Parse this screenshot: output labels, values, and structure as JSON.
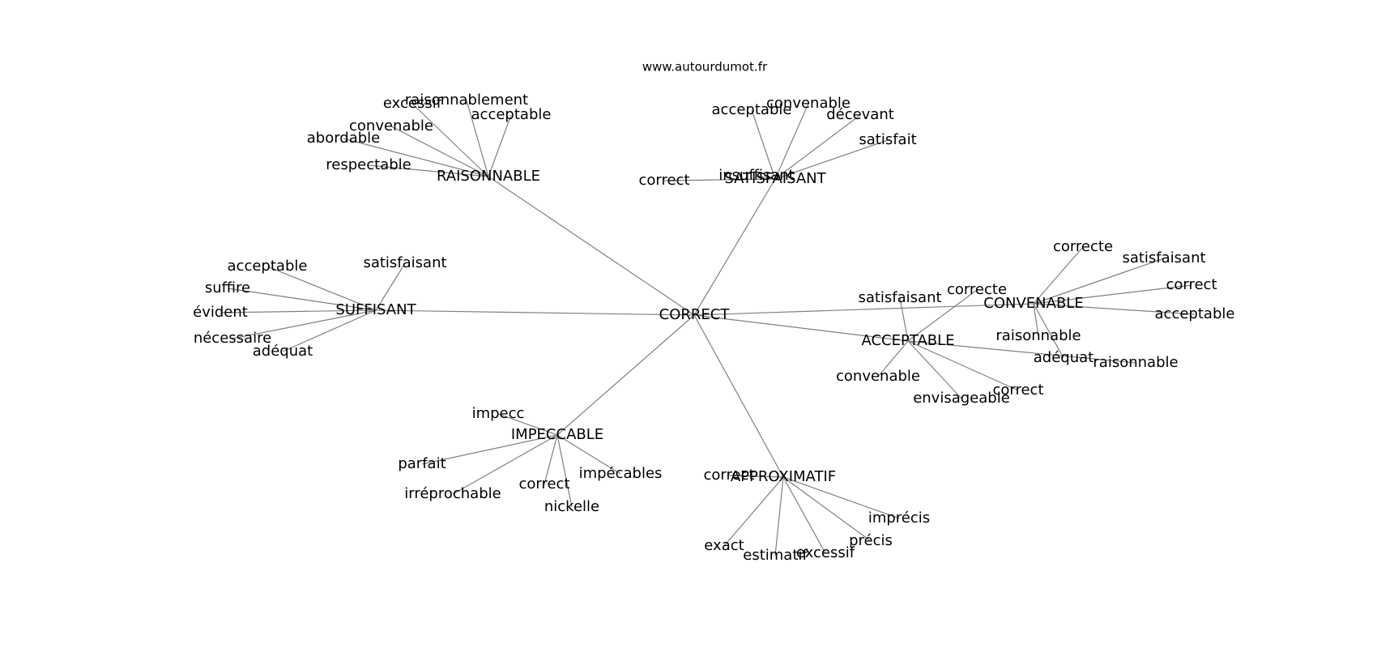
{
  "site_label": "www.autourdumot.fr",
  "edge_color": "#808080",
  "text_color": "#000000",
  "graph": {
    "root": "CORRECT",
    "groups": [
      {
        "hub": "RAISONNABLE",
        "leaves": [
          "excessif",
          "raisonnablement",
          "acceptable",
          "convenable",
          "abordable",
          "respectable"
        ]
      },
      {
        "hub": "SATISFAISANT",
        "leaves": [
          "acceptable",
          "convenable",
          "décevant",
          "satisfait",
          "insuffisant",
          "correct"
        ]
      },
      {
        "hub": "SUFFISANT",
        "leaves": [
          "satisfaisant",
          "acceptable",
          "suffire",
          "évident",
          "nécessaire",
          "adéquat"
        ]
      },
      {
        "hub": "CONVENABLE",
        "leaves": [
          "correcte",
          "satisfaisant",
          "correct",
          "acceptable",
          "raisonnable",
          "adéquat"
        ]
      },
      {
        "hub": "ACCEPTABLE",
        "leaves": [
          "satisfaisant",
          "correcte",
          "raisonnable",
          "convenable",
          "envisageable",
          "correct"
        ]
      },
      {
        "hub": "IMPECCABLE",
        "leaves": [
          "impecc",
          "parfait",
          "irréprochable",
          "correct",
          "nickelle",
          "impécables"
        ]
      },
      {
        "hub": "APPROXIMATIF",
        "leaves": [
          "correct",
          "exact",
          "estimatif",
          "excessif",
          "précis",
          "imprécis"
        ]
      }
    ]
  }
}
